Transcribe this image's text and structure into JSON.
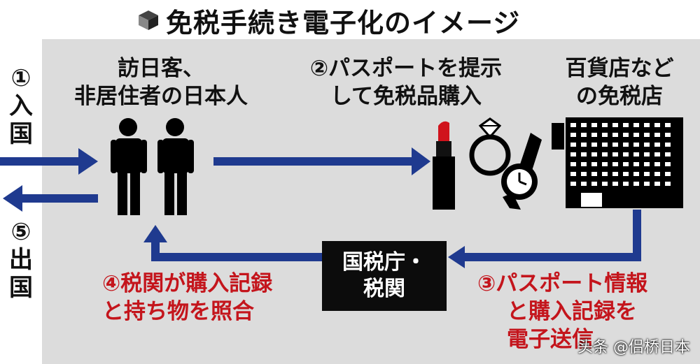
{
  "title": "免税手続き電子化のイメージ",
  "steps": {
    "entry": "①入国",
    "exit": "⑤出国",
    "step2_line1": "②パスポートを提示",
    "step2_line2": "して免税品購入",
    "step3_line1": "③パスポート情報",
    "step3_line2": "と購入記録を",
    "step3_line3": "電子送信",
    "step4_line1": "④税関が購入記録",
    "step4_line2": "と持ち物を照合"
  },
  "nodes": {
    "visitor_line1": "訪日客、",
    "visitor_line2": "非居住者の日本人",
    "store_line1": "百貨店など",
    "store_line2": "の免税店",
    "agency_line1": "国税庁・",
    "agency_line2": "税関"
  },
  "watermark": "头条 @侣桥日本",
  "colors": {
    "arrow": "#1f3a8f",
    "highlight": "#c4151c",
    "panel": "#dcdcdc"
  }
}
